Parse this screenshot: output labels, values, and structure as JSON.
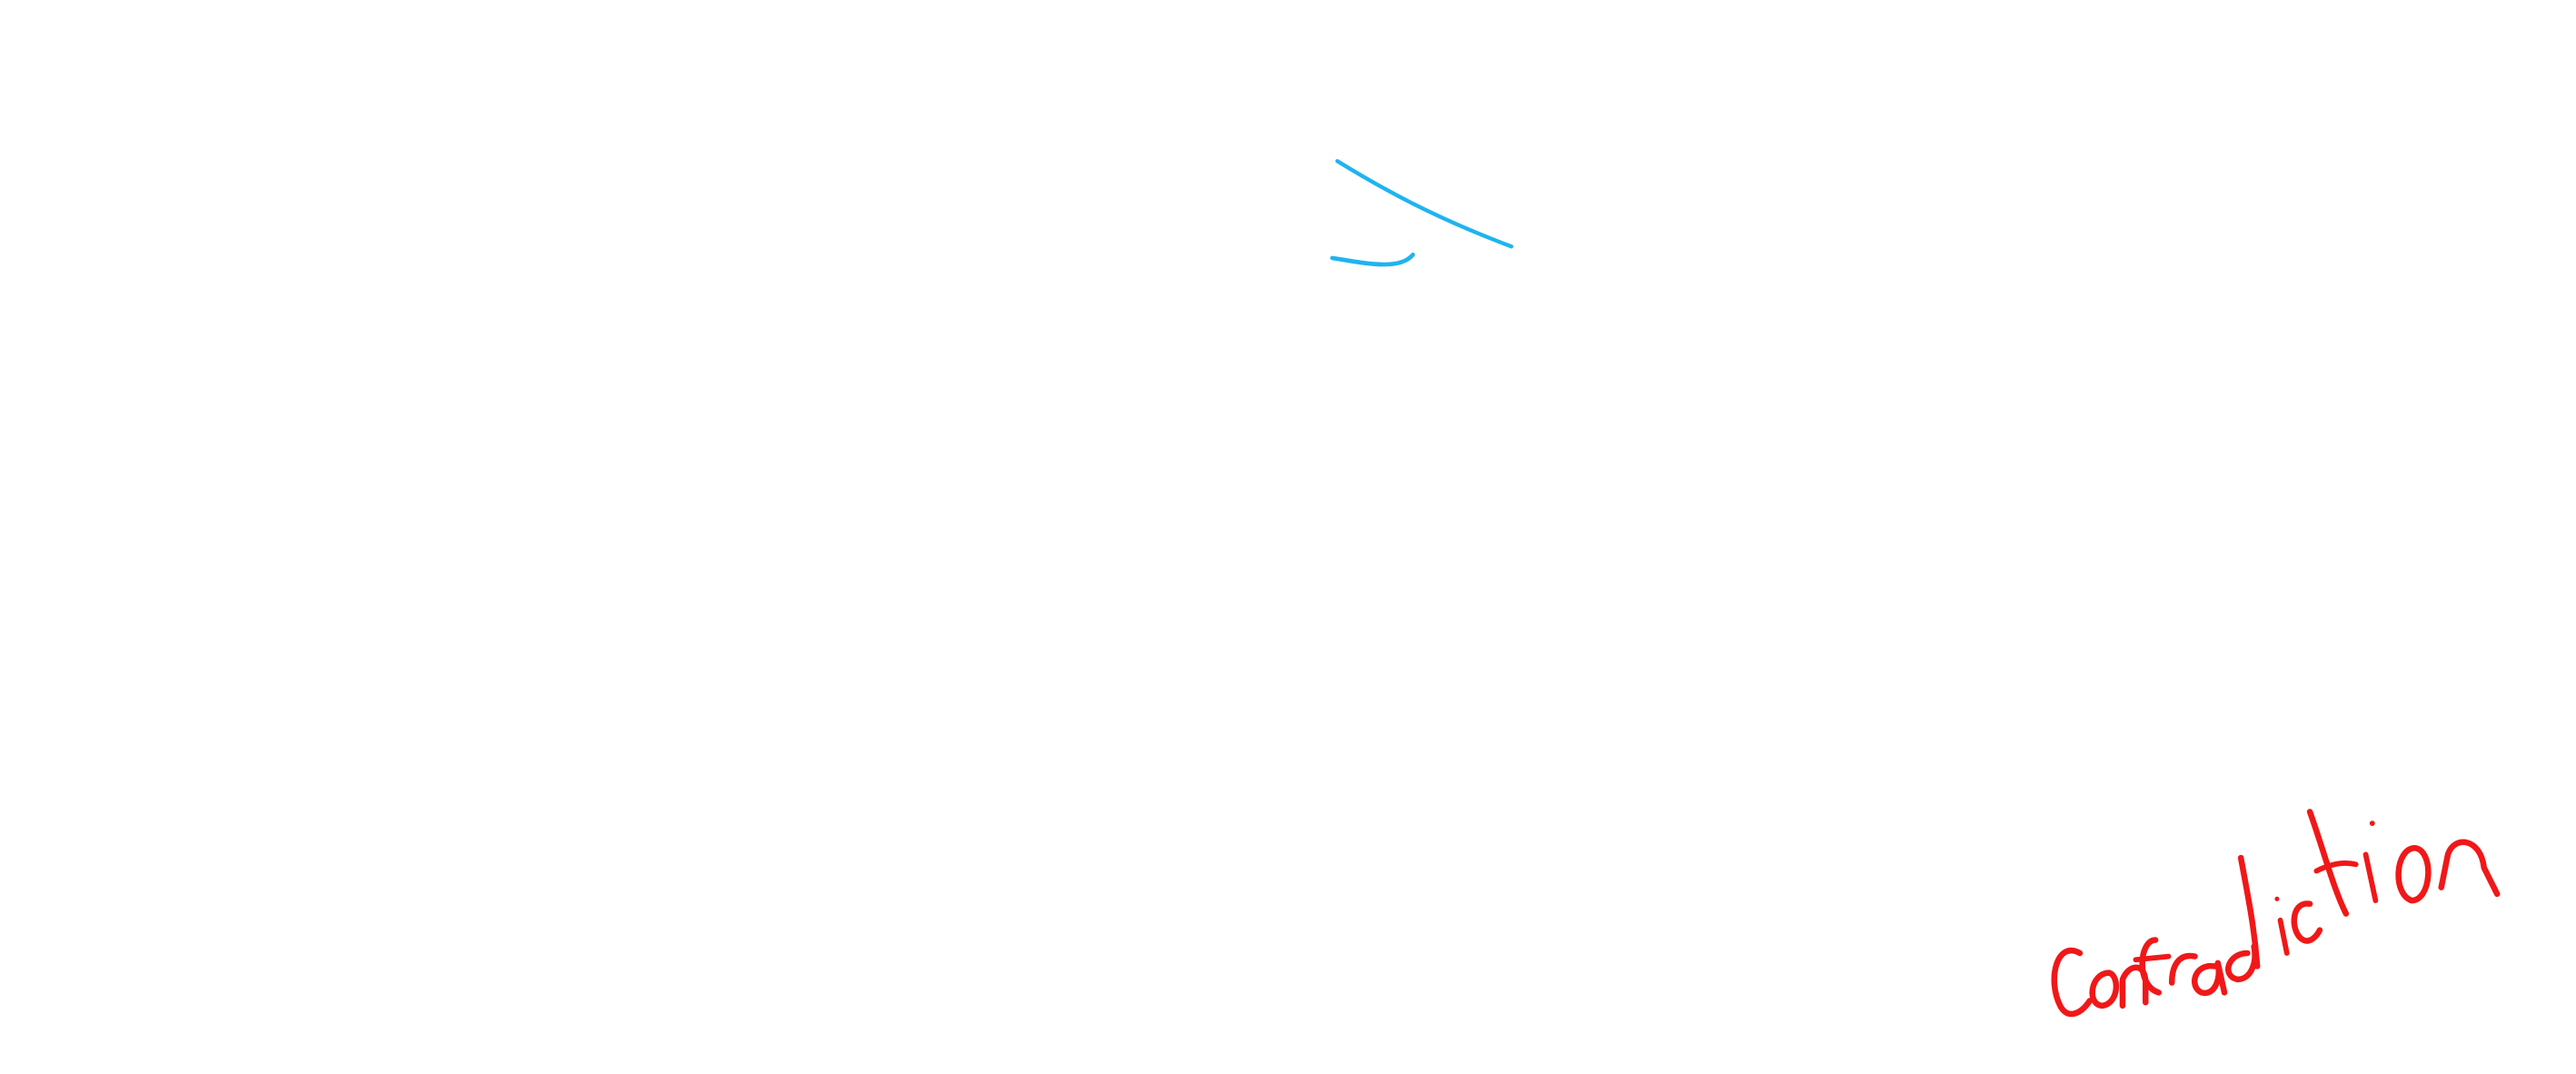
{
  "drawing": {
    "strokes": [
      {
        "name": "blue-stroke",
        "color": "#1EB4F0"
      },
      {
        "name": "red-handwriting",
        "color": "#F01818"
      }
    ],
    "handwritten_text": "Contradiction"
  }
}
